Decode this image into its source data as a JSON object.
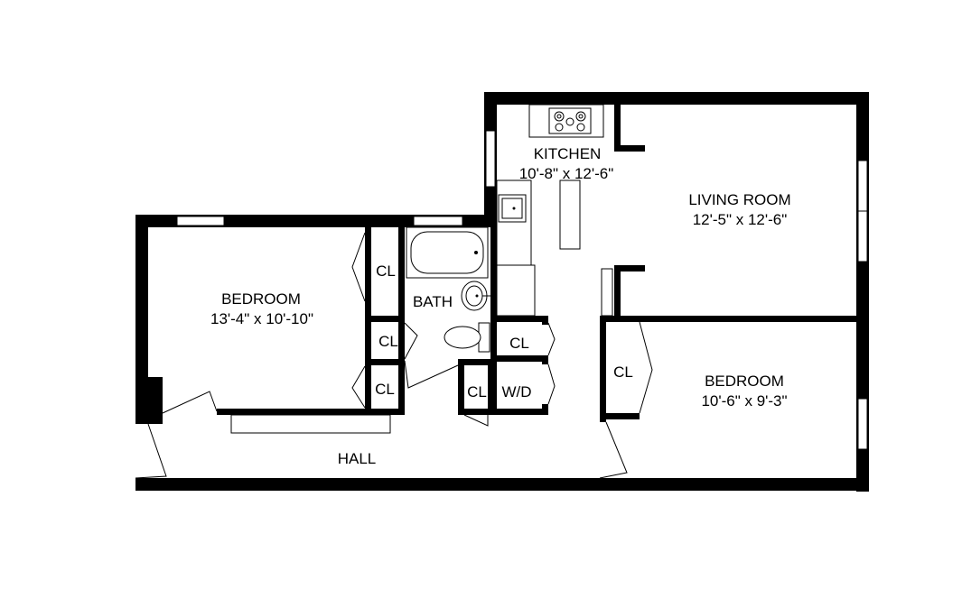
{
  "rooms": {
    "kitchen": {
      "name": "KITCHEN",
      "dims": "10'-8\" x 12'-6\""
    },
    "living_room": {
      "name": "LIVING ROOM",
      "dims": "12'-5\" x 12'-6\""
    },
    "bedroom_left": {
      "name": "BEDROOM",
      "dims": "13'-4\" x 10'-10\""
    },
    "bedroom_right": {
      "name": "BEDROOM",
      "dims": "10'-6\" x 9'-3\""
    },
    "bath": {
      "name": "BATH"
    },
    "hall": {
      "name": "HALL"
    }
  },
  "closets": {
    "cl_bed_upper": "CL",
    "cl_bed_middle": "CL",
    "cl_bed_lower": "CL",
    "cl_bath_right": "CL",
    "cl_small": "CL",
    "wd": "W/D",
    "cl_bed_right": "CL"
  },
  "colors": {
    "wall": "#000000",
    "background": "#ffffff"
  }
}
